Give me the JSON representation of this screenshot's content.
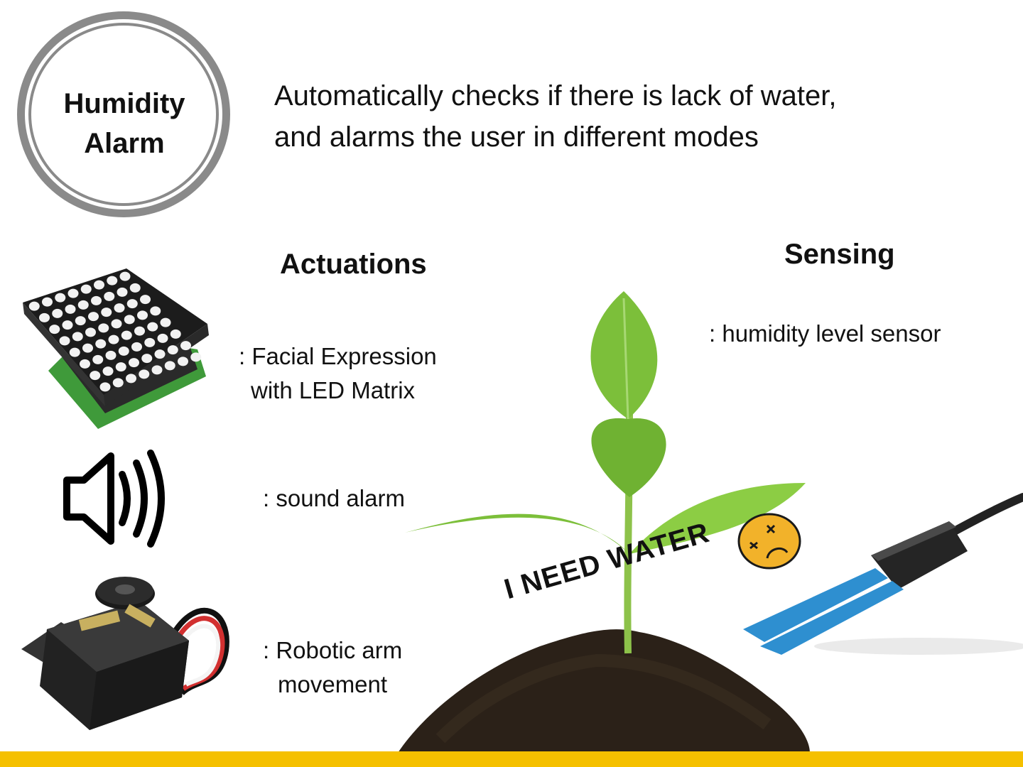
{
  "badge": {
    "line1": "Humidity",
    "line2": "Alarm"
  },
  "description": {
    "line1": "Automatically checks if there is lack of water,",
    "line2": "and alarms the user in different modes"
  },
  "actuations": {
    "heading": "Actuations",
    "led_line1": ": Facial Expression",
    "led_line2": "with LED Matrix",
    "sound": ": sound alarm",
    "robot_line1": ": Robotic arm",
    "robot_line2": "movement"
  },
  "sensing": {
    "heading": "Sensing",
    "sensor": ": humidity level sensor"
  },
  "plant_caption": "I NEED WATER",
  "icons": [
    "led-matrix-icon",
    "speaker-icon",
    "servo-motor-icon",
    "plant-icon",
    "sad-face-icon",
    "soil-sensor-icon"
  ],
  "colors": {
    "accent_bar": "#f5c000",
    "badge_ring": "#8a8a8a",
    "leaf": "#7cbf3a",
    "soil": "#2b2118",
    "sensor_probe": "#2e8fd0",
    "face": "#f2b22a"
  }
}
